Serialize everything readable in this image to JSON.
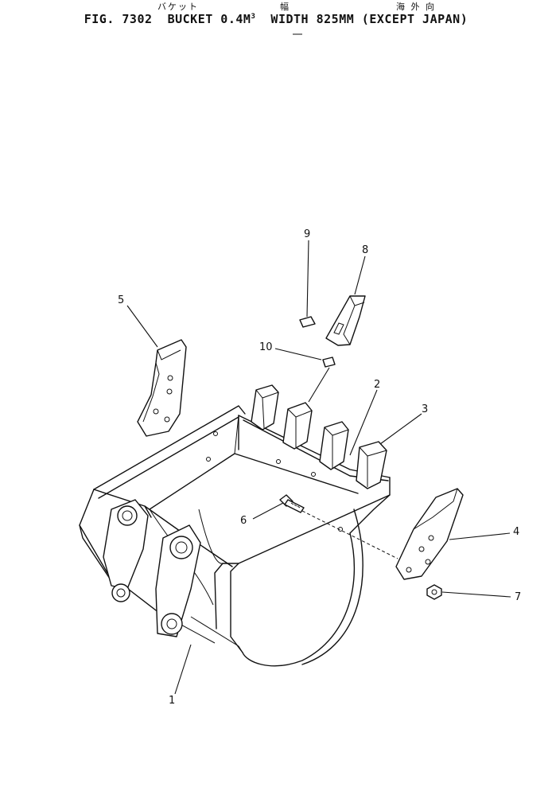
{
  "header": {
    "kana_bucket": "バケット",
    "kana_width": "幅",
    "kana_overseas": "海 外 向",
    "fig": "FIG. 7302",
    "bucket": "BUCKET 0.4M",
    "cube": "3",
    "rest": "WIDTH 825MM (EXCEPT JAPAN)"
  },
  "callouts": [
    "1",
    "2",
    "3",
    "4",
    "5",
    "6",
    "7",
    "8",
    "9",
    "10"
  ]
}
